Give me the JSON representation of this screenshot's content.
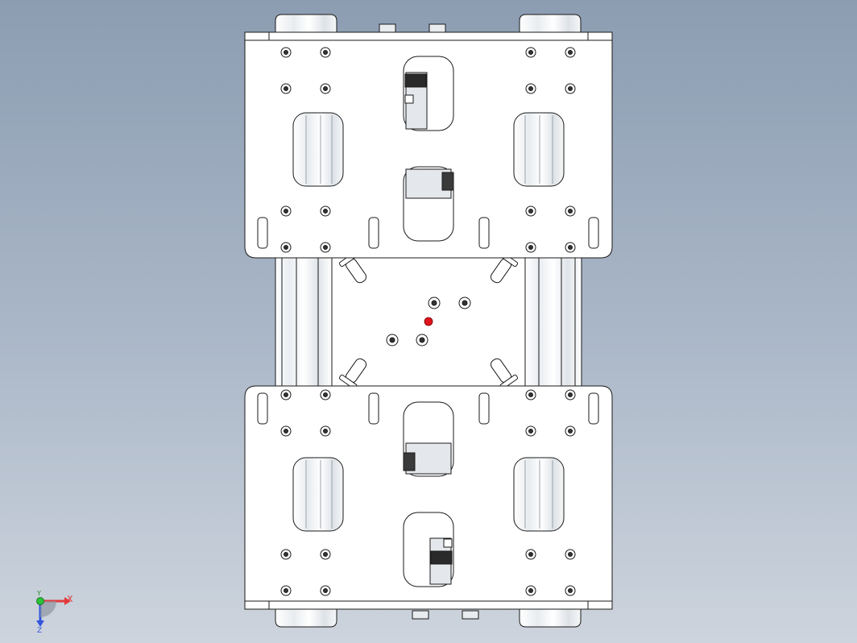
{
  "viewport": {
    "background_top": "#8c9db2",
    "background_bottom": "#cdd4dd",
    "part_fill": "#ffffff",
    "outline": "#1a1a1a",
    "rail_shade": "#d4dae0",
    "marker_color": "#e0141c"
  },
  "triad": {
    "x_label": "X",
    "y_label": "Y",
    "z_label": "Z",
    "x_color": "#e23a3a",
    "y_color": "#29c23a",
    "z_color": "#3355dd"
  }
}
